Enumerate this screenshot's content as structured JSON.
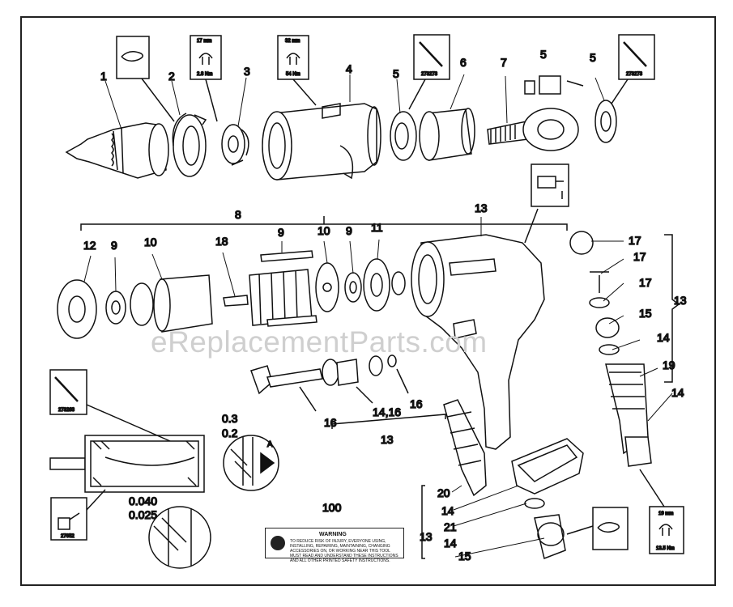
{
  "watermark": "eReplacementParts.com",
  "callouts": {
    "c1": "1",
    "c2": "2",
    "c3": "3",
    "c4": "4",
    "c5a": "5",
    "c5b": "5",
    "c5c": "5",
    "c6": "6",
    "c7": "7",
    "c8": "8",
    "c9a": "9",
    "c9b": "9",
    "c9c": "9",
    "c10a": "10",
    "c10b": "10",
    "c11": "11",
    "c12": "12",
    "c13a": "13",
    "c13b": "13",
    "c13c": "13",
    "c13d": "13",
    "c14a": "14",
    "c14b": "14",
    "c14c": "14",
    "c14d": "14",
    "c14_16": "14,16",
    "c15a": "15",
    "c15b": "15",
    "c16a": "16",
    "c16b": "16",
    "c17a": "17",
    "c17b": "17",
    "c17c": "17",
    "c18": "18",
    "c19": "19",
    "c20": "20",
    "c21": "21",
    "c100": "100"
  },
  "tool_boxes": {
    "wrench17": {
      "size": "17 mm",
      "torque": "2.8 Nm"
    },
    "wrench32": {
      "size": "32 mm",
      "torque": "54 Nm"
    },
    "wrench19": {
      "size": "19 mm",
      "torque": "13.5 Nm"
    },
    "tool_a": "273273",
    "tool_b": "273273",
    "tool_c": "273263",
    "oil": "27652"
  },
  "clearances": {
    "top_a": "0.3",
    "top_b": "0.2",
    "bottom_a": "0.040",
    "bottom_b": "0.025",
    "marker": "A"
  },
  "warning_label": {
    "title": "WARNING",
    "text": "TO REDUCE RISK OF INJURY, EVERYONE USING, INSTALLING, REPAIRING, MAINTAINING, CHANGING ACCESSORIES ON, OR WORKING NEAR THIS TOOL MUST READ AND UNDERSTAND THESE INSTRUCTIONS AND ALL OTHER PRINTED SAFETY INSTRUCTIONS."
  }
}
